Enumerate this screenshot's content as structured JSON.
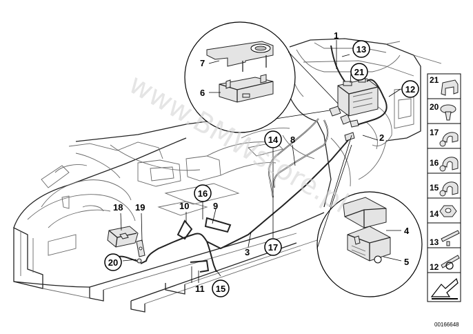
{
  "watermark": "www.BMWstore.pl",
  "callouts": {
    "c1": "1",
    "c2": "2",
    "c3": "3",
    "c4": "4",
    "c5": "5",
    "c6": "6",
    "c7": "7",
    "c8": "8",
    "c9": "9",
    "c10": "10",
    "c11": "11",
    "c12": "12",
    "c13": "13",
    "c14": "14",
    "c15": "15",
    "c16": "16",
    "c17": "17",
    "c18": "18",
    "c19": "19",
    "c20": "20",
    "c21": "21"
  },
  "sidebar": {
    "items": [
      {
        "label": "21",
        "icon": "bracket-clip-icon"
      },
      {
        "label": "20",
        "icon": "expanding-rivet-icon"
      },
      {
        "label": "17",
        "icon": "cable-clamp-icon"
      },
      {
        "label": "16",
        "icon": "cable-clamp-icon"
      },
      {
        "label": "15",
        "icon": "cable-clamp-icon"
      },
      {
        "label": "14",
        "icon": "hex-nut-icon"
      },
      {
        "label": "13",
        "icon": "cable-tie-icon"
      },
      {
        "label": "12",
        "icon": "cable-tie-icon"
      },
      {
        "label": "",
        "icon": "arrow-icon"
      }
    ]
  },
  "doc_id": "00166648"
}
